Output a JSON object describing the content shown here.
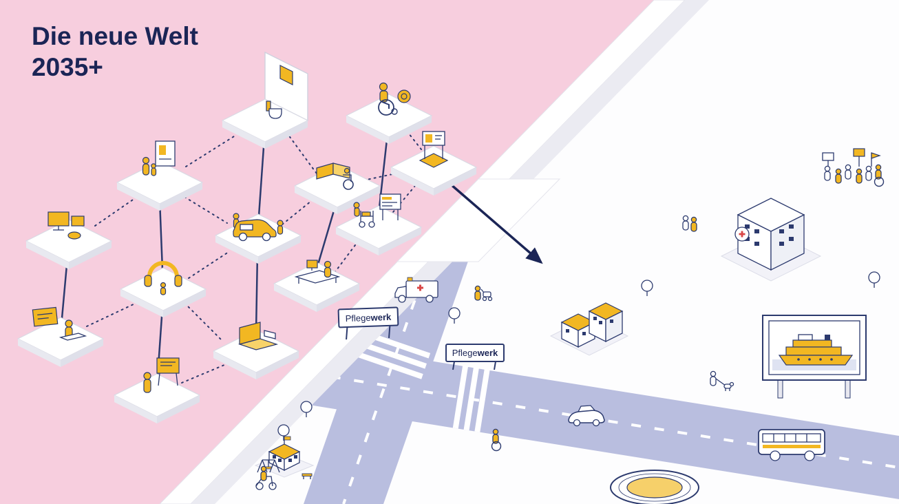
{
  "title": {
    "line1": "Die neue Welt",
    "line2": "2035+"
  },
  "signs": {
    "pflegewerk_regular": "Pflege",
    "pflegewerk_bold": "werk"
  },
  "colors": {
    "background_pink": "#f7cede",
    "accent_yellow": "#f2b722",
    "navy": "#1b2556",
    "outline_navy": "#2c3a6e",
    "road_lavender": "#b9bedf",
    "wall_gray": "#ebebf2",
    "cross_red": "#d94747",
    "white": "#ffffff"
  },
  "left_scene": {
    "description_nodes": [
      {
        "name": "media-screens"
      },
      {
        "name": "family-picture"
      },
      {
        "name": "smart-bathroom"
      },
      {
        "name": "headphones-audio"
      },
      {
        "name": "digital-training-card"
      },
      {
        "name": "presentation-flipchart"
      },
      {
        "name": "car-sharing"
      },
      {
        "name": "laptop-work"
      },
      {
        "name": "wheelchair-reading"
      },
      {
        "name": "office-workplace"
      },
      {
        "name": "wheelchair-mobility"
      },
      {
        "name": "rollator-signpost"
      },
      {
        "name": "goal-sign"
      }
    ]
  },
  "right_scene": {
    "elements": [
      {
        "name": "hospital"
      },
      {
        "name": "ambulance"
      },
      {
        "name": "care-facility"
      },
      {
        "name": "pflegewerk-sign-1"
      },
      {
        "name": "pflegewerk-sign-2"
      },
      {
        "name": "school-playground"
      },
      {
        "name": "cruise-billboard"
      },
      {
        "name": "city-bus"
      },
      {
        "name": "running-track"
      },
      {
        "name": "car"
      },
      {
        "name": "scooter-rider"
      },
      {
        "name": "protest-group"
      },
      {
        "name": "pedestrians"
      },
      {
        "name": "main-road"
      },
      {
        "name": "cross-road"
      },
      {
        "name": "boundary-wall"
      },
      {
        "name": "transition-arrow"
      }
    ]
  }
}
